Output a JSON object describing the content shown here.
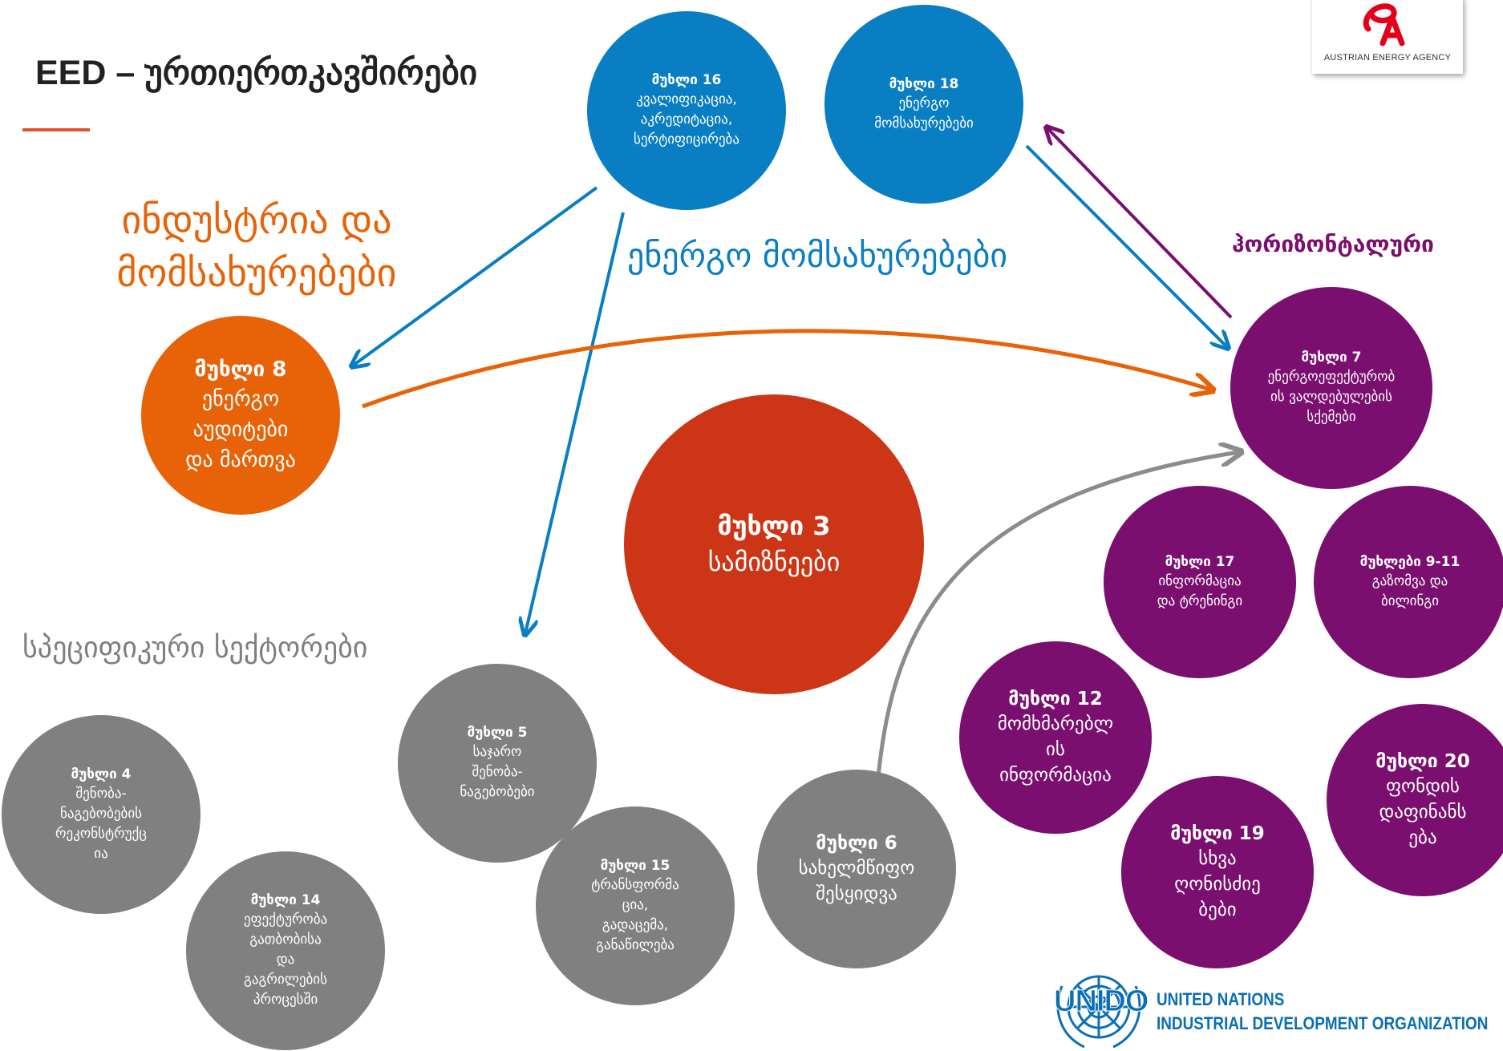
{
  "title": "EED – ურთიერთკავშირები",
  "labels": {
    "industry": "ინდუსტრია და\nმომსახურებები",
    "energy_services": "ენერგო მომსახურებები",
    "horizontal": "ჰორიზონტალური",
    "specific_sectors": "სპეციფიკური სექტორები"
  },
  "nodes": {
    "art16": {
      "title": "მუხლი 16",
      "body": "კვალიფიკაცია,\nაკრედიტაცია,\nსერტიფიცირება"
    },
    "art18": {
      "title": "მუხლი 18",
      "body": "ენერგო\nმომსახურებები"
    },
    "art8": {
      "title": "მუხლი 8",
      "body": "ენერგო\nაუდიტები\nდა მართვა"
    },
    "art3": {
      "title": "მუხლი 3",
      "body": "სამიზნეები"
    },
    "art7": {
      "title": "მუხლი 7",
      "body": "ენერგოეფექტურობ\nის ვალდებულების\nსქემები"
    },
    "art17": {
      "title": "მუხლი 17",
      "body": "ინფორმაცია\nდა ტრენინგი"
    },
    "art9_11": {
      "title": "მუხლები 9-11",
      "body": "გაზომვა და\nბილინგი"
    },
    "art12": {
      "title": "მუხლი 12",
      "body": "მომხმარებლ\nის\nინფორმაცია"
    },
    "art20": {
      "title": "მუხლი 20",
      "body": "ფონდის\nდაფინანს\nება"
    },
    "art19": {
      "title": "მუხლი 19",
      "body": "სხვა\nღონისძიე\nბები"
    },
    "art6": {
      "title": "მუხლი 6",
      "body": "სახელმწიფო\nშესყიდვა"
    },
    "art5": {
      "title": "მუხლი 5",
      "body": "საჯარო\nშენობა-\nნაგებობები"
    },
    "art15": {
      "title": "მუხლი 15",
      "body": "ტრანსფორმა\nცია,\nგადაცემა,\nგანაწილება"
    },
    "art4": {
      "title": "მუხლი 4",
      "body": "შენობა-\nნაგებობების\nრეკონსტრუქც\nია"
    },
    "art14": {
      "title": "მუხლი 14",
      "body": "ეფექტურობა\nგათბობისა\nდა\nგაგრილების\nპროცესში"
    }
  },
  "logos": {
    "aea": {
      "caption": "AUSTRIAN ENERGY AGENCY"
    },
    "unido": {
      "mark": "UNIDO",
      "line1": "UNITED NATIONS",
      "line2": "INDUSTRIAL DEVELOPMENT ORGANIZATION"
    }
  },
  "colors": {
    "blue": "#0A7EC2",
    "purple": "#7B0F6F",
    "orange": "#E86207",
    "red": "#CC3616",
    "gray": "#808080",
    "unido_blue": "#0B6FB5"
  }
}
